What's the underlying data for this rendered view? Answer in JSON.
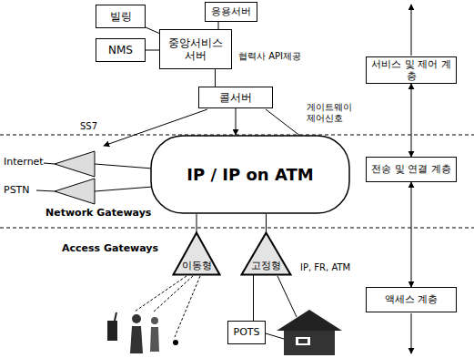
{
  "diagram": {
    "nodes": [
      {
        "text": [
          "빌링"
        ]
      },
      {
        "text": [
          "응용서버"
        ]
      },
      {
        "text": [
          "NMS"
        ]
      },
      {
        "text": [
          "중앙서비스 서버"
        ]
      },
      {
        "text": [
          "서비스 및 제어 계층"
        ]
      },
      {
        "text": [
          "콜서버"
        ]
      },
      {
        "text": [
          "IP / IP on ATM"
        ]
      },
      {
        "text": [
          "전송 및 연결 계층"
        ]
      },
      {
        "text": [
          "이동형"
        ]
      },
      {
        "text": [
          "고정형"
        ]
      },
      {
        "text": [
          "액세스 계층"
        ]
      },
      {
        "text": [
          "POTS"
        ]
      }
    ],
    "edges": [
      {
        "from": 0,
        "to": 3,
        "arrow": "none"
      },
      {
        "from": 1,
        "to": 3,
        "arrow": "none"
      },
      {
        "from": 2,
        "to": 3,
        "arrow": "none"
      },
      {
        "from": 3,
        "to": 5,
        "arrow": "none"
      },
      {
        "from": 5,
        "to": 6,
        "arrow": "to"
      },
      {
        "from": 4,
        "to": 7,
        "arrow": "both"
      },
      {
        "from": 7,
        "to": 10,
        "arrow": "both"
      },
      {
        "from": 6,
        "to": 8,
        "arrow": "none"
      },
      {
        "from": 6,
        "to": 9,
        "arrow": "none"
      },
      {
        "from": 9,
        "to": 11,
        "arrow": "none"
      }
    ],
    "labels": [
      "협력사 API제공",
      "SS7",
      "게이트웨이 제어신호",
      "Internet",
      "PSTN",
      "Network Gateways",
      "Access Gateways",
      "IP, FR, ATM"
    ]
  }
}
